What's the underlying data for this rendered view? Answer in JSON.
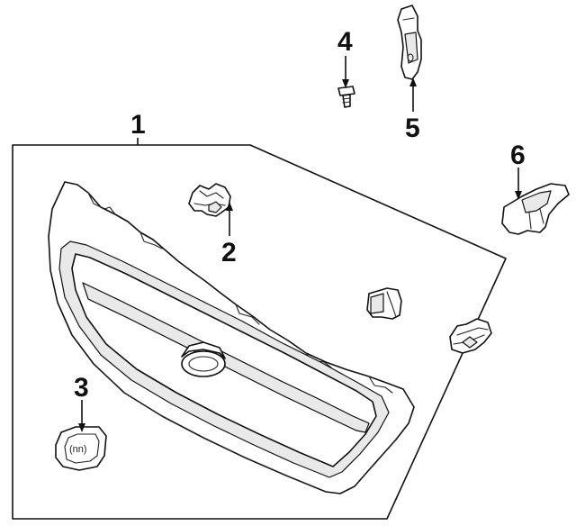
{
  "diagram": {
    "colors": {
      "ink": "#111111",
      "paper": "#ffffff",
      "shade": "#e9e9e9"
    },
    "callouts": [
      {
        "id": "grille-assembly",
        "label": "1"
      },
      {
        "id": "retainer-clip",
        "label": "2"
      },
      {
        "id": "emblem",
        "label": "3"
      },
      {
        "id": "screw",
        "label": "4"
      },
      {
        "id": "upper-bracket",
        "label": "5"
      },
      {
        "id": "side-bracket",
        "label": "6"
      }
    ]
  }
}
